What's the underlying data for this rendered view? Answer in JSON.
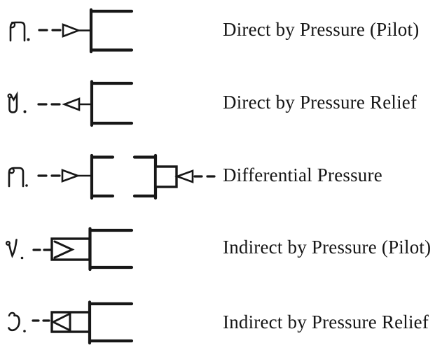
{
  "figure": {
    "description_language": "English",
    "ink_color": "#171717",
    "background_color": "#ffffff"
  },
  "rows": [
    {
      "thai_label": "ก.",
      "symbol": "pilot-line-arrow-right-into-valve-box",
      "label": "Direct by Pressure (Pilot)"
    },
    {
      "thai_label": "ข.",
      "symbol": "pilot-line-arrow-left-out-of-valve-box",
      "label": "Direct by Pressure Relief"
    },
    {
      "thai_label": "ค.",
      "symbol": "two-valve-boxes-opposing-pilot-arrows",
      "label": "Differential Pressure"
    },
    {
      "thai_label": "ง.",
      "symbol": "boxed-arrow-right-on-valve-box",
      "label": "Indirect by Pressure (Pilot)"
    },
    {
      "thai_label": "จ.",
      "symbol": "boxed-arrow-left-on-valve-box",
      "label": "Indirect by Pressure Relief"
    }
  ]
}
